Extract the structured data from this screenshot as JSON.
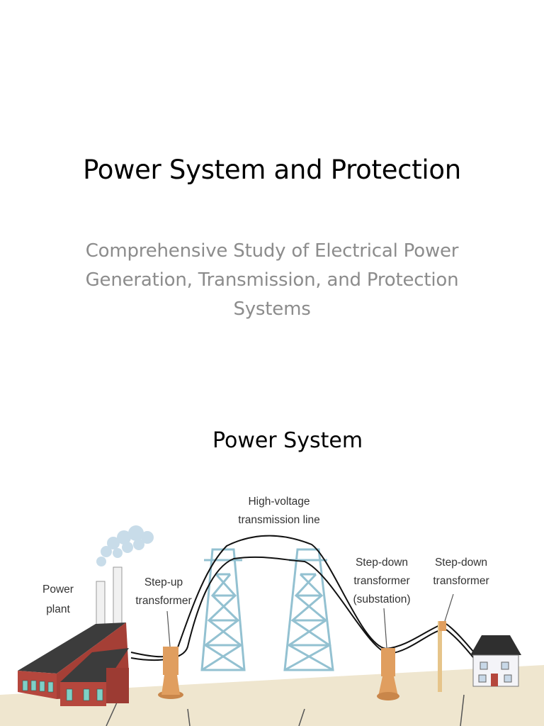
{
  "slide": {
    "title": "Power System and Protection",
    "subtitle": "Comprehensive Study of Electrical Power Generation, Transmission, and Protection Systems"
  },
  "section": {
    "title": "Power System"
  },
  "diagram": {
    "labels": {
      "power_plant_1": "Power",
      "power_plant_2": "plant",
      "step_up_1": "Step-up",
      "step_up_2": "transformer",
      "hv_line_1": "High-voltage",
      "hv_line_2": "transmission line",
      "substation_1": "Step-down",
      "substation_2": "transformer",
      "substation_3": "(substation)",
      "pole_1": "Step-down",
      "pole_2": "transformer"
    },
    "colors": {
      "ground": "#efe6cf",
      "brick": "#b5473d",
      "roof": "#3c3c3c",
      "tower": "#93c1d1",
      "transformer": "#e09e5f",
      "smoke": "#c6dbe8"
    }
  }
}
